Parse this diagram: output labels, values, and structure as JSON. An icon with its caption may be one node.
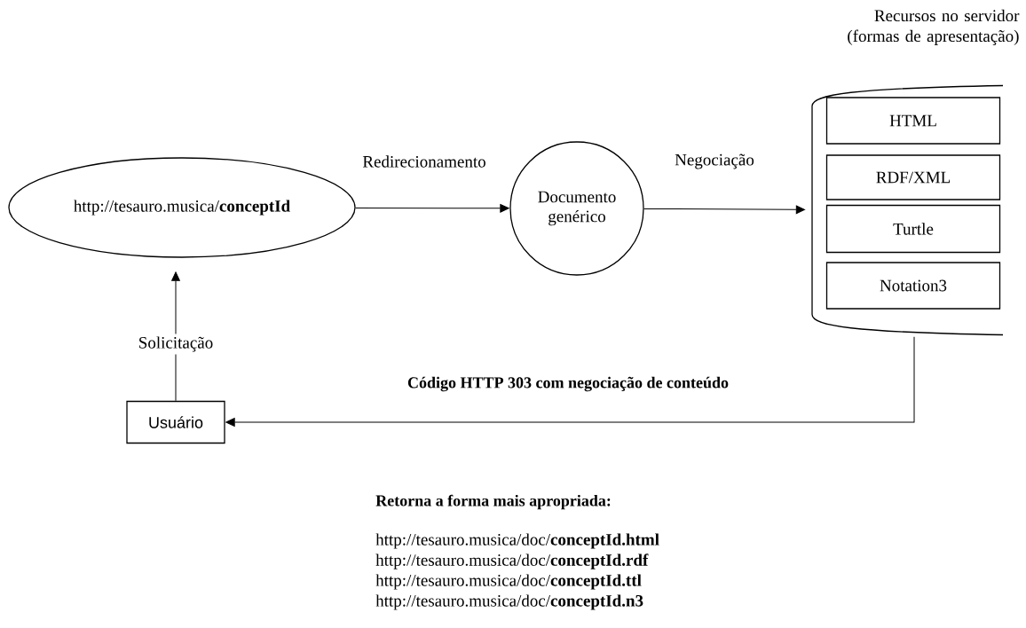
{
  "diagram": {
    "nodes": [
      {
        "text": [
          "http://tesauro.musica/**conceptId**"
        ]
      },
      {
        "text": [
          "Documento genérico"
        ]
      },
      {
        "text": [
          "Recursos no servidor (formas de apresentação)"
        ]
      },
      {
        "text": [
          "HTML"
        ],
        "in": 2
      },
      {
        "text": [
          "RDF/XML"
        ],
        "in": 2
      },
      {
        "text": [
          "Turtle"
        ],
        "in": 2
      },
      {
        "text": [
          "Notation3"
        ],
        "in": 2
      },
      {
        "text": [
          "Usuário"
        ]
      }
    ],
    "edges": [
      {
        "from": 0,
        "to": 1,
        "arrow": "to",
        "label": "Redirecionamento"
      },
      {
        "from": 1,
        "to": 2,
        "arrow": "to",
        "label": "Negociação"
      },
      {
        "from": 7,
        "to": 0,
        "arrow": "to",
        "label": "Solicitação"
      },
      {
        "from": 2,
        "to": 7,
        "arrow": "to",
        "label": "Código HTTP 303 com negociação de conteúdo"
      }
    ],
    "labels": [
      "Retorna a forma mais apropriada:",
      "http://tesauro.musica/doc/**conceptId.html**",
      "http://tesauro.musica/doc/**conceptId.rdf**",
      "http://tesauro.musica/doc/**conceptId.ttl**",
      "http://tesauro.musica/doc/**conceptId.n3**"
    ]
  }
}
